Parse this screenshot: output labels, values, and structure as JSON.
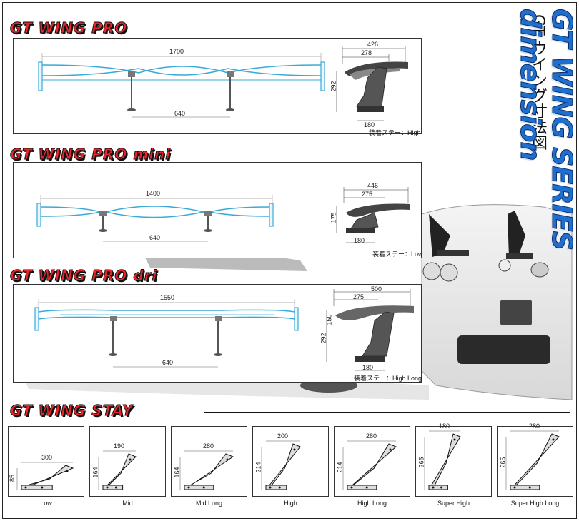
{
  "titles": {
    "pro": "GT WING PRO",
    "pro_mini": "GT WING PRO mini",
    "pro_dri": "GT WING PRO dri",
    "stay": "GT WING STAY",
    "vertical_jp": "GT ウイング寸法図",
    "vertical_en": "GT WING SERIES dimension"
  },
  "pro": {
    "width": "1700",
    "span": "640",
    "side_426": "426",
    "side_278": "278",
    "height": "292",
    "base": "180",
    "stay": "装着ステー：High"
  },
  "pro_mini": {
    "width": "1400",
    "span": "640",
    "side_446": "446",
    "side_275": "275",
    "height": "175",
    "base": "180",
    "stay": "装着ステー：Low"
  },
  "pro_dri": {
    "width": "1550",
    "span": "640",
    "side_500": "500",
    "side_275": "275",
    "height_150": "150",
    "height": "292",
    "base": "180",
    "stay": "装着ステー：High Long"
  },
  "stays": [
    {
      "label": "Low",
      "w": "300",
      "h": "85"
    },
    {
      "label": "Mid",
      "w": "190",
      "h": "164"
    },
    {
      "label": "Mid Long",
      "w": "280",
      "h": "164"
    },
    {
      "label": "High",
      "w": "200",
      "h": "214"
    },
    {
      "label": "High Long",
      "w": "280",
      "h": "214"
    },
    {
      "label": "Super High",
      "w": "180",
      "h": "265"
    },
    {
      "label": "Super High Long",
      "w": "280",
      "h": "265"
    }
  ],
  "colors": {
    "title_red": "#e8242b",
    "wing_blue": "#3aa9d8",
    "series_blue": "#1e6fd0"
  }
}
